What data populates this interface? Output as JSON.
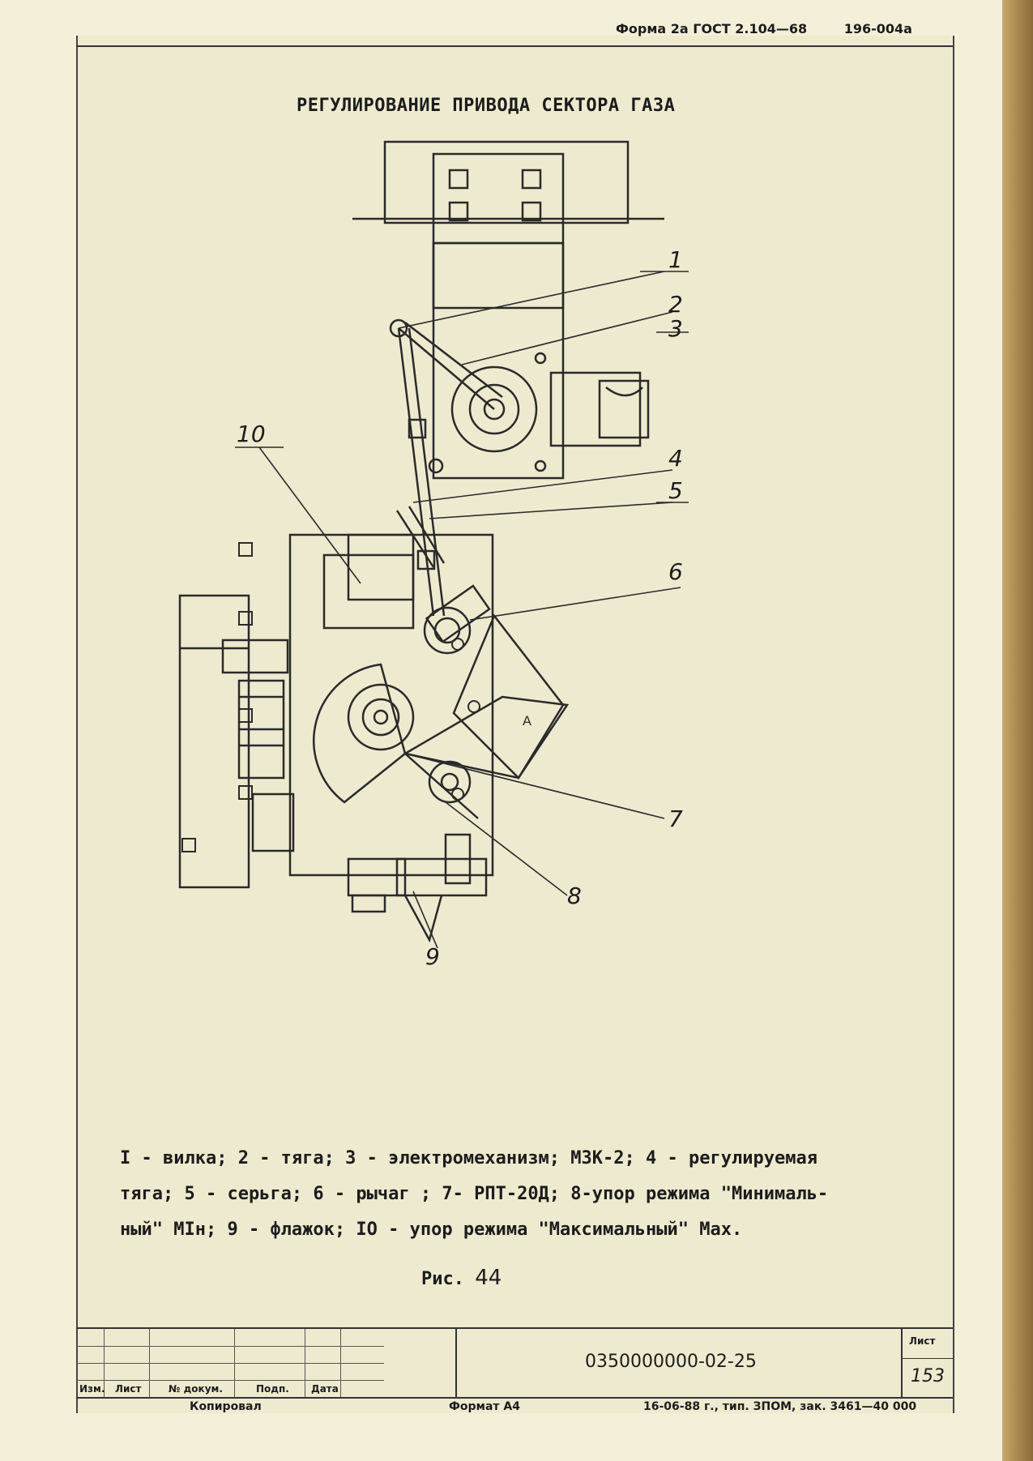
{
  "header": {
    "form": "Форма 2а ГОСТ 2.104—68",
    "code": "196-004а"
  },
  "title": "РЕГУЛИРОВАНИЕ ПРИВОДА СЕКТОРА ГАЗА",
  "callouts": [
    "1",
    "2",
    "3",
    "4",
    "5",
    "6",
    "7",
    "8",
    "9",
    "10"
  ],
  "caption": {
    "line1": "I - вилка; 2 - тяга; 3 - электромеханизм; МЗК-2; 4 - регулируемая",
    "line2": "тяга; 5 - серьга; 6 - рычаг ; 7- РПТ-20Д; 8-упор режима \"Минималь-",
    "line3": "ный\" МIн; 9 - флажок; IО - упор режима \"Максимальный\" Мах."
  },
  "figure": {
    "label": "Рис.",
    "number": "44"
  },
  "title_block": {
    "doc_code": "0350000000-02-25",
    "sheet_label": "Лист",
    "sheet_number": "153",
    "col_izm": "Изм.",
    "col_list": "Лист",
    "col_doc": "№ докум.",
    "col_sign": "Подп.",
    "col_date": "Дата"
  },
  "footer": {
    "copied": "Копировал",
    "format": "Формат А4",
    "print": "16-06-88 г., тип. ЗПОМ, зак. 3461—40 000"
  }
}
